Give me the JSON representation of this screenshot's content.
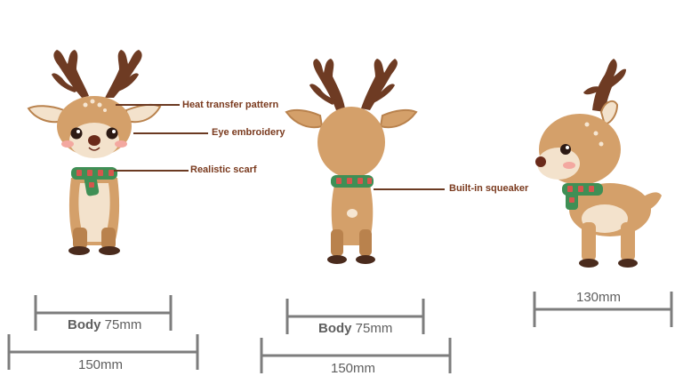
{
  "callouts": {
    "heat_transfer": "Heat transfer pattern",
    "eye_embroidery": "Eye embroidery",
    "realistic_scarf": "Realistic scarf",
    "built_in_squeaker": "Built-in squeaker"
  },
  "dimensions": {
    "front_body_word": "Body",
    "front_body_value": "75mm",
    "front_total": "150mm",
    "back_body_word": "Body",
    "back_body_value": "75mm",
    "back_total": "150mm",
    "side_length": "130mm"
  },
  "colors": {
    "fur": "#d4a06a",
    "fur_dark": "#b9824d",
    "belly": "#f3e2cc",
    "antler": "#6e3b23",
    "hoof": "#4a2b1d",
    "nose": "#6a2a1a",
    "cheek": "#f3a8a0",
    "scarf_green": "#3f8f55",
    "scarf_red": "#d5564d",
    "callout_text": "#7a3a1e",
    "dimension_line": "#7d7d7d"
  }
}
